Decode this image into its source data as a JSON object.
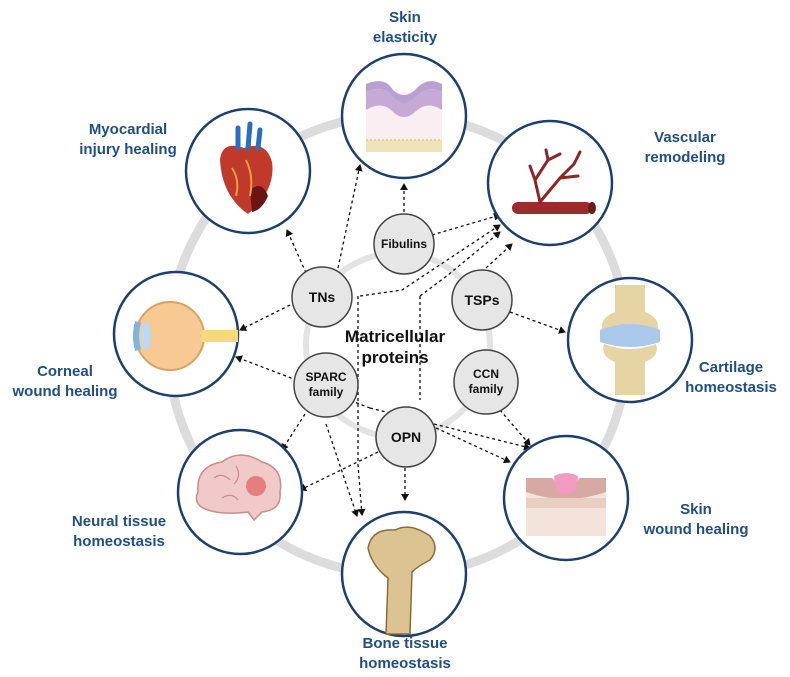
{
  "center": {
    "line1": "Matricellular",
    "line2": "proteins"
  },
  "proteins": {
    "fibulins": "Fibulins",
    "tns": "TNs",
    "tsps": "TSPs",
    "sparc_line1": "SPARC",
    "sparc_line2": "family",
    "ccn_line1": "CCN",
    "ccn_line2": "family",
    "opn": "OPN"
  },
  "outcomes": {
    "skin_elasticity": {
      "line1": "Skin",
      "line2": "elasticity"
    },
    "vascular": {
      "line1": "Vascular",
      "line2": "remodeling"
    },
    "cartilage": {
      "line1": "Cartilage",
      "line2": "homeostasis"
    },
    "skin_wound": {
      "line1": "Skin",
      "line2": "wound healing"
    },
    "bone": {
      "line1": "Bone tissue",
      "line2": "homeostasis"
    },
    "neural": {
      "line1": "Neural tissue",
      "line2": "homeostasis"
    },
    "corneal": {
      "line1": "Corneal",
      "line2": "wound healing"
    },
    "myocardial": {
      "line1": "Myocardial",
      "line2": "injury healing"
    }
  },
  "colors": {
    "label": "#1f4f86",
    "ring": "#d9d9d9",
    "node_fill": "#e6e6e6",
    "circle_border": "#1c3f6e"
  }
}
